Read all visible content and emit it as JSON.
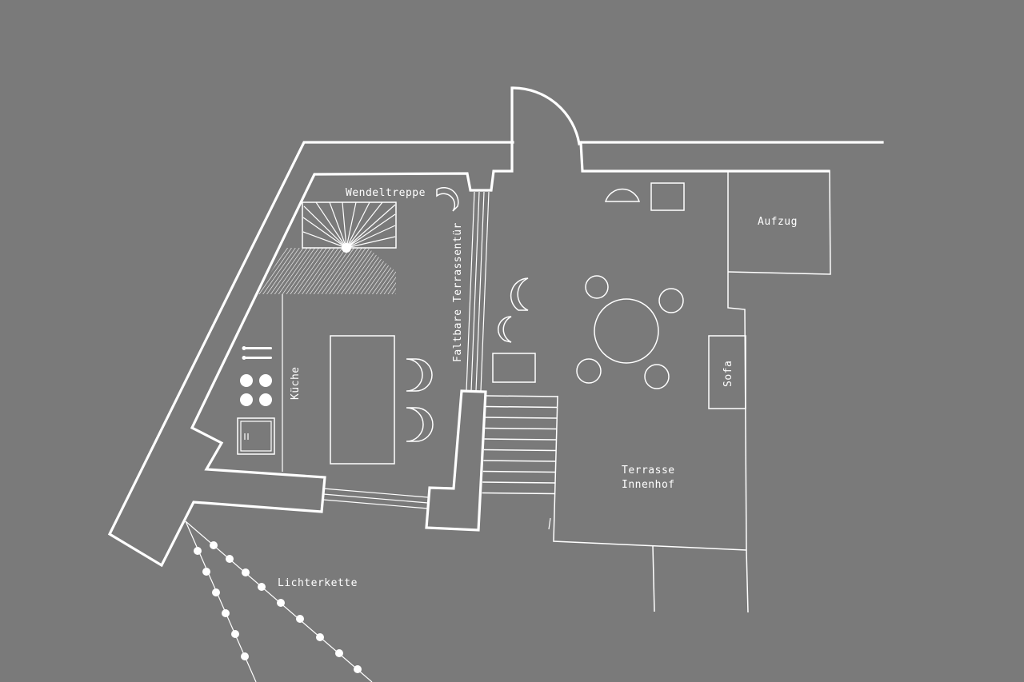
{
  "plan": {
    "background": "#7a7a7a",
    "line_color": "#ffffff",
    "labels": {
      "stairs": "Wendeltreppe",
      "folding_door": "Faltbare Terrassentür",
      "elevator": "Aufzug",
      "sofa": "Sofa",
      "kitchen": "Küche",
      "terrace_line1": "Terrasse",
      "terrace_line2": "Innenhof",
      "string_lights": "Lichterkette"
    }
  }
}
